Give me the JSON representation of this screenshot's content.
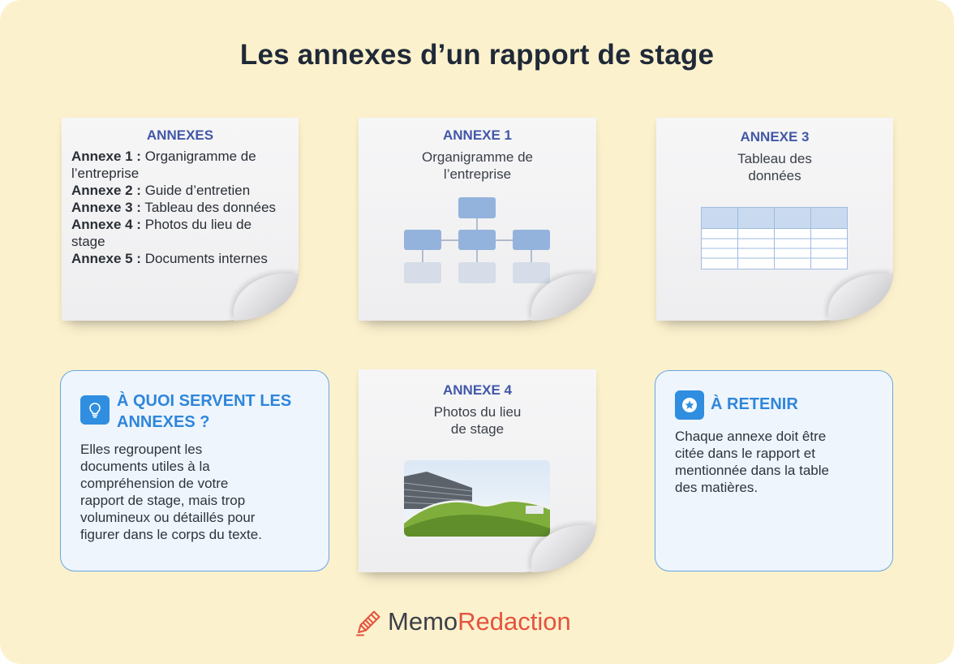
{
  "title": "Les annexes d’un rapport de stage",
  "notes": {
    "summary": {
      "heading": "ANNEXES",
      "items": [
        {
          "num": "Annexe 1 :",
          "text": " Organigramme de l’entreprise"
        },
        {
          "num": "Annexe 2 :",
          "text": " Guide d’entretien"
        },
        {
          "num": "Annexe 3 :",
          "text": " Tableau des données"
        },
        {
          "num": "Annexe 4 :",
          "text": " Photos du lieu de stage"
        },
        {
          "num": "Annexe 5 :",
          "text": " Documents internes"
        }
      ]
    },
    "annexe1": {
      "heading": "ANNEXE 1",
      "line1": "Organigramme de",
      "line2": "l’entreprise"
    },
    "annexe3": {
      "heading": "ANNEXE 3",
      "line1": "Tableau des",
      "line2": "données"
    },
    "annexe4": {
      "heading": "ANNEXE 4",
      "line1": "Photos du lieu",
      "line2": "de stage"
    }
  },
  "boxes": {
    "purpose": {
      "icon": "lightbulb-icon",
      "title_line1": "À QUOI SERVENT LES",
      "title_line2": "ANNEXES ?",
      "body": [
        "Elles regroupent les",
        "documents utiles à la",
        "compréhension de votre",
        "rapport de stage, mais trop",
        "volumineux ou détaillés pour",
        "figurer dans le corps du texte."
      ]
    },
    "remember": {
      "icon": "star-icon",
      "title": "À RETENIR",
      "body": [
        "Chaque annexe doit être",
        "citée dans le rapport et",
        "mentionnée dans la table",
        "des matières."
      ]
    }
  },
  "logo": {
    "icon": "pencil-icon",
    "part1": "Memo",
    "part2": "Redaction"
  },
  "colors": {
    "background": "#fcf1cd",
    "heading_blue": "#4257a8",
    "box_border": "#6aa5e3",
    "box_fill": "#eef5fd",
    "accent_blue": "#2f86da",
    "brand_red": "#e4533d"
  }
}
